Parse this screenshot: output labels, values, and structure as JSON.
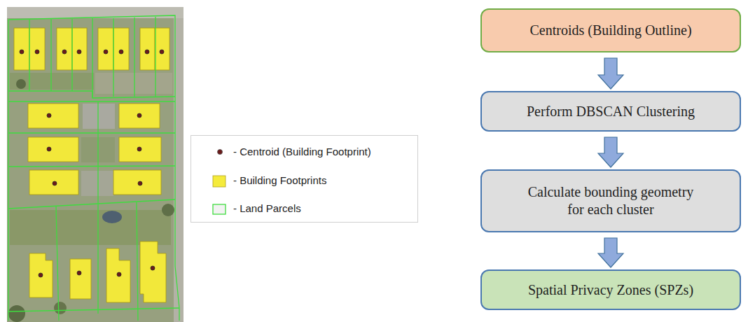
{
  "diagram": {
    "nodes": [
      {
        "text": [
          "Centroids (Building Outline)"
        ]
      },
      {
        "text": [
          "Perform DBSCAN Clustering"
        ]
      },
      {
        "text": [
          "Calculate bounding geometry for each cluster"
        ]
      },
      {
        "text": [
          "Spatial Privacy Zones (SPZs)"
        ]
      }
    ],
    "edges": [
      {
        "from": 0,
        "to": 1,
        "arrow": "to"
      },
      {
        "from": 1,
        "to": 2,
        "arrow": "to"
      },
      {
        "from": 2,
        "to": 3,
        "arrow": "to"
      }
    ],
    "legend": [
      {
        "text": "- Centroid (Building Footprint)"
      },
      {
        "text": "- Building Footprints",
        "color": "#f5eb3b"
      },
      {
        "text": "- Land Parcels"
      }
    ]
  }
}
